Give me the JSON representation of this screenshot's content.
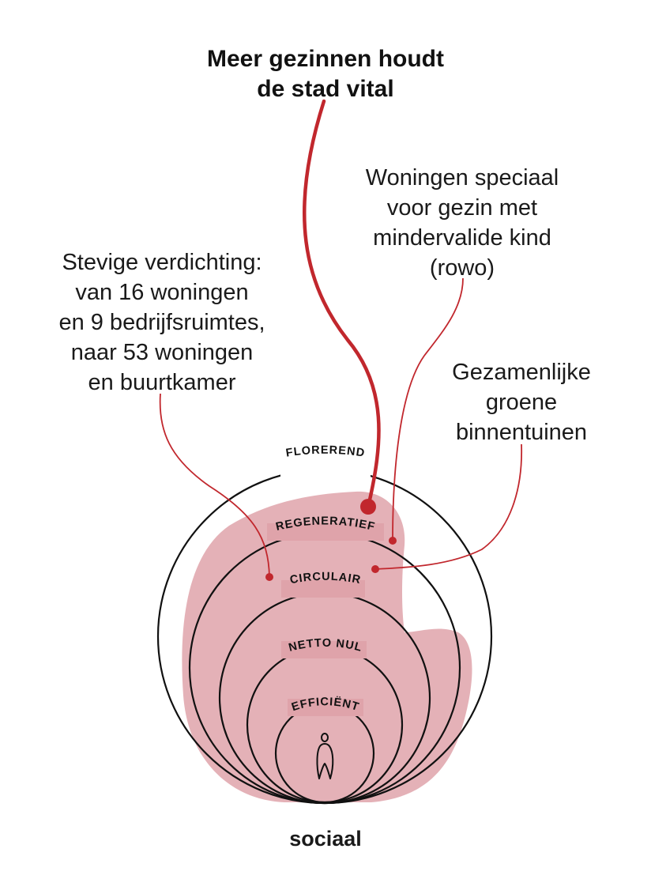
{
  "title": {
    "lines": [
      "Meer gezinnen houdt",
      "de stad vital"
    ]
  },
  "annotations": [
    {
      "id": "verdichting",
      "lines": [
        "Stevige verdichting:",
        "van 16 woningen",
        "en 9 bedrijfsruimtes,",
        "naar 53 woningen",
        "en buurtkamer"
      ]
    },
    {
      "id": "rowo",
      "lines": [
        "Woningen speciaal",
        "voor gezin met",
        "mindervalide kind",
        "(rowo)"
      ]
    },
    {
      "id": "tuinen",
      "lines": [
        "Gezamenlijke",
        "groene",
        "binnentuinen"
      ]
    }
  ],
  "rings": [
    "FLOREREND",
    "REGENERATIEF",
    "CIRCULAIR",
    "NETTO NUL",
    "EFFICIËNT"
  ],
  "bottom_label": "sociaal",
  "colors": {
    "accent_red": "#c1272d",
    "blob_fill": "#dfa3aa",
    "ring_stroke": "#111111",
    "text": "#1a1a1a"
  },
  "icons": [
    "person-icon"
  ]
}
